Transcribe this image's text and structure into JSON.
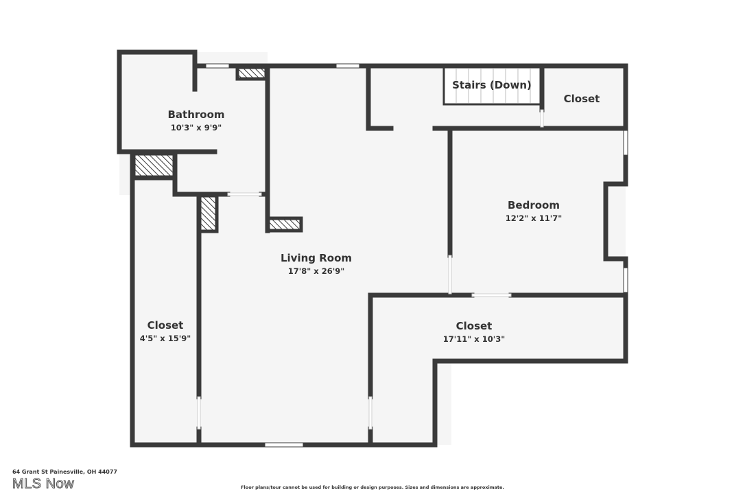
{
  "rooms": {
    "bathroom": {
      "name": "Bathroom",
      "dims": "10'3\" x 9'9\""
    },
    "stairs": {
      "name": "Stairs (Down)"
    },
    "closet_top": {
      "name": "Closet"
    },
    "bedroom": {
      "name": "Bedroom",
      "dims": "12'2\" x 11'7\""
    },
    "living": {
      "name": "Living Room",
      "dims": "17'8\" x 26'9\""
    },
    "closet_left": {
      "name": "Closet",
      "dims": "4'5\" x 15'9\""
    },
    "closet_bottom": {
      "name": "Closet",
      "dims": "17'11\" x 10'3\""
    }
  },
  "footer": {
    "address": "64 Grant St Painesville, OH 44077",
    "disclaimer": "Floor plans/tour cannot be used for building or design purposes. Sizes and dimensions are approximate.",
    "watermark": "MLS Now"
  },
  "colors": {
    "wall": "#3a3a3a",
    "floor": "#f5f5f5",
    "hatch": "#3a3a3a",
    "text": "#333333"
  }
}
